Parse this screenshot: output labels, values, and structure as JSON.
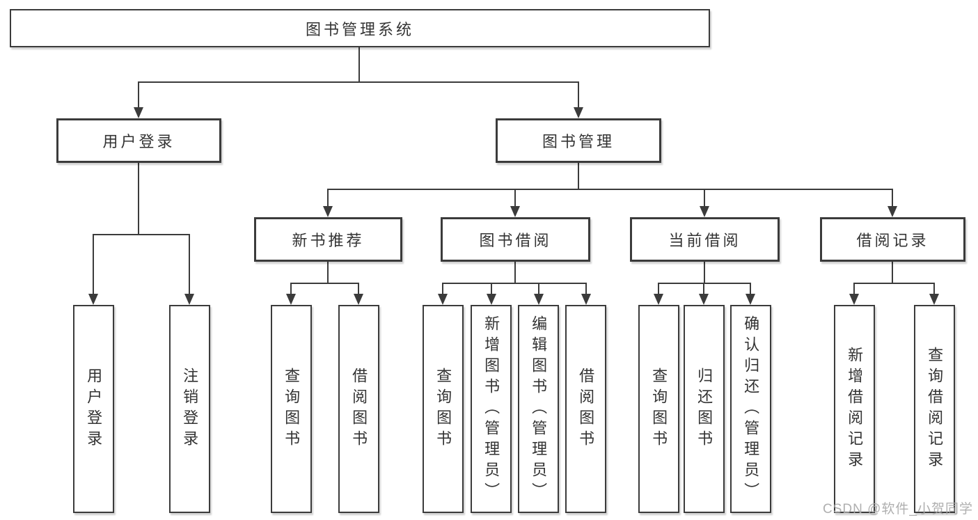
{
  "colors": {
    "line": "#3b3b3b",
    "text": "#333333",
    "box_background": "#ffffff",
    "watermark": "#a8a8a8"
  },
  "watermark": {
    "text": "CSDN @软件_小贺同学"
  },
  "tree": {
    "root": {
      "label": "图书管理系统",
      "children": [
        {
          "label": "用户登录",
          "children": [
            {
              "label": "用户登录"
            },
            {
              "label": "注销登录"
            }
          ]
        },
        {
          "label": "图书管理",
          "children": [
            {
              "label": "新书推荐",
              "children": [
                {
                  "label": "查询图书"
                },
                {
                  "label": "借阅图书"
                }
              ]
            },
            {
              "label": "图书借阅",
              "children": [
                {
                  "label": "查询图书"
                },
                {
                  "label": "新增图书（管理员）"
                },
                {
                  "label": "编辑图书（管理员）"
                },
                {
                  "label": "借阅图书"
                }
              ]
            },
            {
              "label": "当前借阅",
              "children": [
                {
                  "label": "查询图书"
                },
                {
                  "label": "归还图书"
                },
                {
                  "label": "确认归还（管理员）"
                }
              ]
            },
            {
              "label": "借阅记录",
              "children": [
                {
                  "label": "新增借阅记录"
                },
                {
                  "label": "查询借阅记录"
                }
              ]
            }
          ]
        }
      ]
    }
  }
}
